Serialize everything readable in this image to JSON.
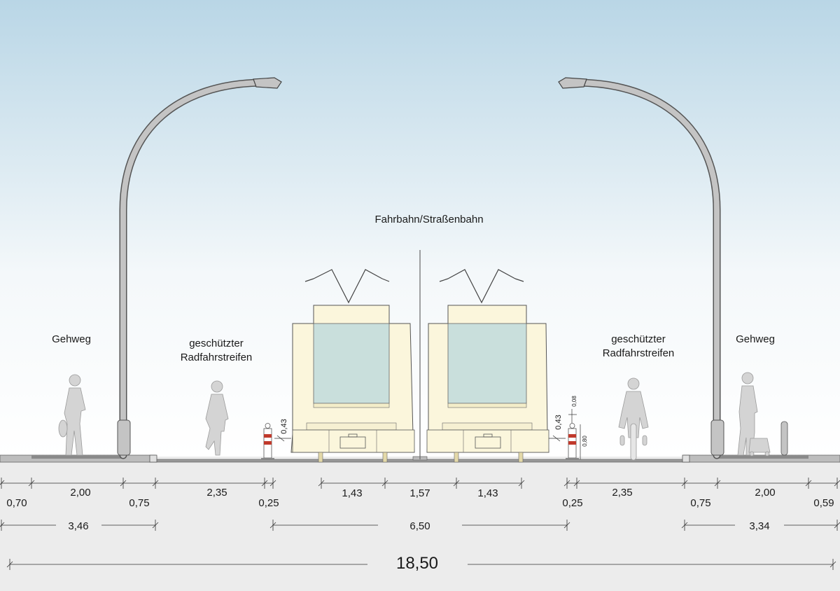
{
  "labels": {
    "center_title": "Fahrbahn/Straßenbahn",
    "left_sidewalk": "Gehweg",
    "right_sidewalk": "Gehweg",
    "left_bike_line1": "geschützter",
    "left_bike_line2": "Radfahrstreifen",
    "right_bike_line1": "geschützter",
    "right_bike_line2": "Radfahrstreifen"
  },
  "dimensions": {
    "row1": [
      "2,00",
      "2,35",
      "1,43",
      "1,57",
      "1,43",
      "2,35",
      "2,00"
    ],
    "row1_lower": [
      "0,70",
      "0,75",
      "0,25",
      "0,25",
      "0,75",
      "0,59"
    ],
    "row2": [
      "3,46",
      "6,50",
      "3,34"
    ],
    "total": "18,50",
    "bollard_height_left": "0,43",
    "bollard_height_right": "0,43",
    "curb_offset_right": "0,08",
    "post_height_right": "0,80"
  },
  "colors": {
    "sky_top": "#b9d6e6",
    "sky_bottom": "#ffffff",
    "ground": "#ececec",
    "tram_body": "#fbf6dc",
    "tram_window": "#c9dfdc",
    "pole": "#c4c4c4",
    "silhouette": "#d4d4d4",
    "bollard_red": "#c0392b"
  }
}
